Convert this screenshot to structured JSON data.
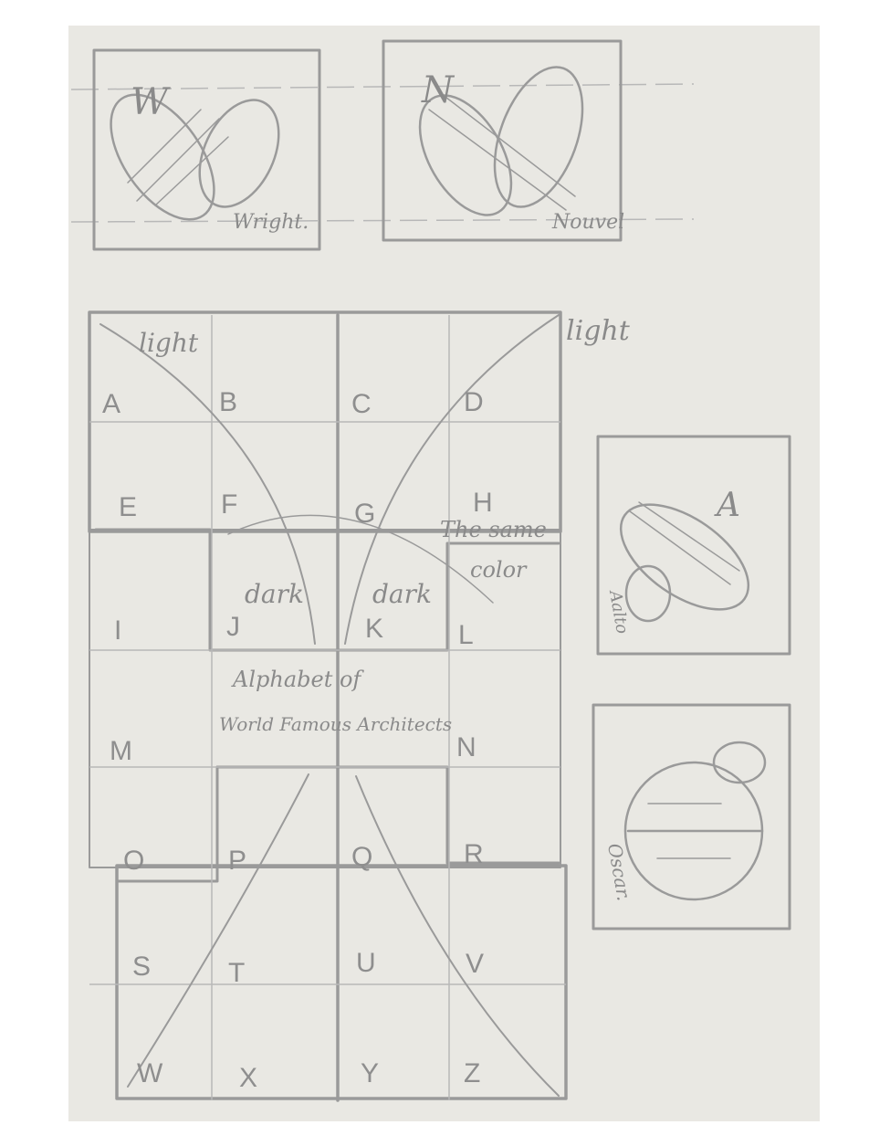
{
  "thumbnails": [
    {
      "id": "wright",
      "letter": "W",
      "caption": "Wright."
    },
    {
      "id": "nouvel",
      "letter": "N",
      "caption": "Nouvel"
    },
    {
      "id": "aalto",
      "letter": "A",
      "caption": "Aalto"
    },
    {
      "id": "oscar",
      "letter": "",
      "caption": "Oscar."
    }
  ],
  "grid_letters": [
    "A",
    "B",
    "C",
    "D",
    "E",
    "F",
    "G",
    "H",
    "I",
    "J",
    "K",
    "L",
    "M",
    "N",
    "O",
    "P",
    "Q",
    "R",
    "S",
    "T",
    "U",
    "V",
    "W",
    "X",
    "Y",
    "Z"
  ],
  "annotations": {
    "light_left": "light",
    "light_right": "light",
    "dark_left": "dark",
    "dark_right": "dark",
    "same_color_1": "The same",
    "same_color_2": "color",
    "title_line1": "Alphabet of",
    "title_line2": "World Famous Architects"
  },
  "colors": {
    "paper": "#e9e8e3",
    "pencil": "#9a9a9a",
    "background": "#ffffff"
  }
}
